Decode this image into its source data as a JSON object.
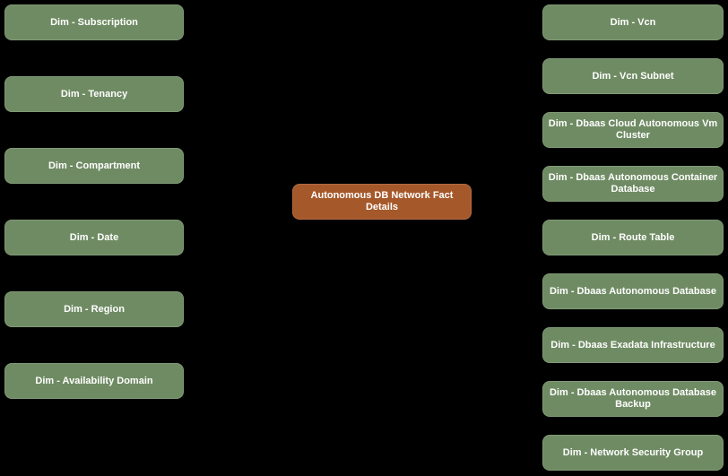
{
  "diagram": {
    "background_color": "#000000",
    "text_color": "#ffffff",
    "dimension_node_color": "#6f8b63",
    "fact_node": {
      "label": "Autonomous DB Network Fact Details",
      "color": "#a5582a"
    },
    "left_dimensions": [
      {
        "label": "Dim - Subscription"
      },
      {
        "label": "Dim - Tenancy"
      },
      {
        "label": "Dim - Compartment"
      },
      {
        "label": "Dim - Date"
      },
      {
        "label": "Dim - Region"
      },
      {
        "label": "Dim - Availability Domain"
      }
    ],
    "right_dimensions": [
      {
        "label": "Dim - Vcn"
      },
      {
        "label": "Dim - Vcn Subnet"
      },
      {
        "label": "Dim - Dbaas Cloud Autonomous Vm Cluster"
      },
      {
        "label": "Dim - Dbaas Autonomous Container Database"
      },
      {
        "label": "Dim - Route Table"
      },
      {
        "label": "Dim - Dbaas Autonomous Database"
      },
      {
        "label": "Dim - Dbaas Exadata Infrastructure"
      },
      {
        "label": "Dim - Dbaas Autonomous Database Backup"
      },
      {
        "label": "Dim - Network Security Group"
      }
    ]
  }
}
